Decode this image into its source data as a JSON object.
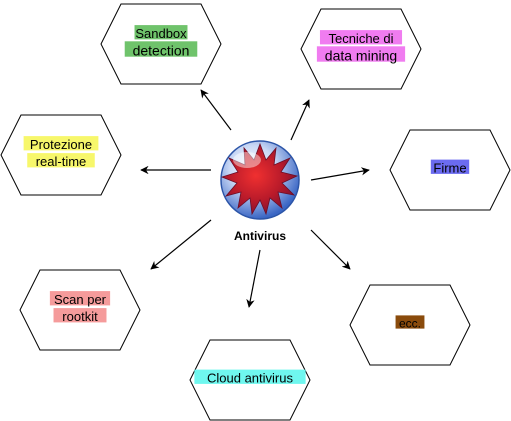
{
  "center": {
    "label": "Antivirus",
    "icon": "virus-icon"
  },
  "nodes": [
    {
      "id": "sandbox",
      "lines": [
        "Sandbox",
        "detection"
      ],
      "highlight": "#6fc36b"
    },
    {
      "id": "data-mining",
      "lines": [
        "Tecniche di",
        "data mining"
      ],
      "highlight": "#f07cf0"
    },
    {
      "id": "firme",
      "lines": [
        "Firme"
      ],
      "highlight": "#6b6bf0"
    },
    {
      "id": "ecc",
      "lines": [
        "ecc."
      ],
      "highlight": "#8a4b0c"
    },
    {
      "id": "cloud",
      "lines": [
        "Cloud antivirus"
      ],
      "highlight": "#6ff7ef"
    },
    {
      "id": "rootkit",
      "lines": [
        "Scan per",
        "rootkit"
      ],
      "highlight": "#f59b9b"
    },
    {
      "id": "real-time",
      "lines": [
        "Protezione",
        "real-time"
      ],
      "highlight": "#f7f76b"
    }
  ]
}
